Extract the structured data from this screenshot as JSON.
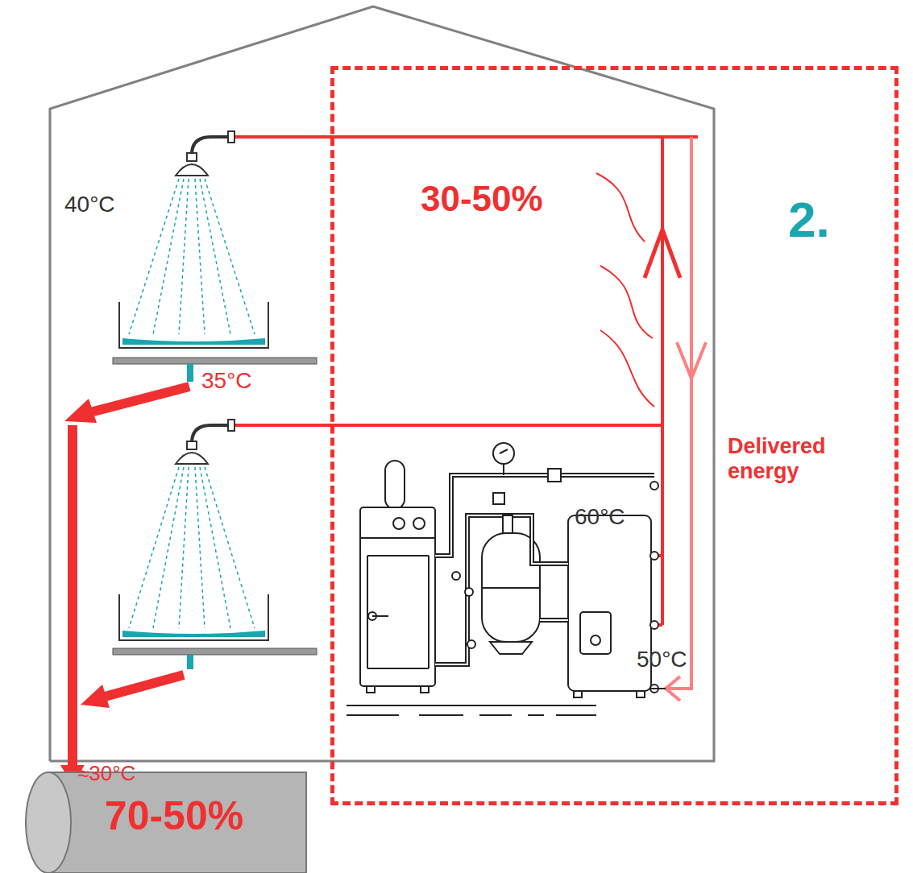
{
  "diagram": {
    "nodes": [
      {
        "text": [
          "2.",
          "Delivered energy"
        ]
      },
      {
        "text": [
          "70-50%"
        ]
      }
    ],
    "labels": [
      "40°C",
      "35°C",
      "30-50%",
      "60°C",
      "50°C",
      "≈30°C"
    ]
  }
}
